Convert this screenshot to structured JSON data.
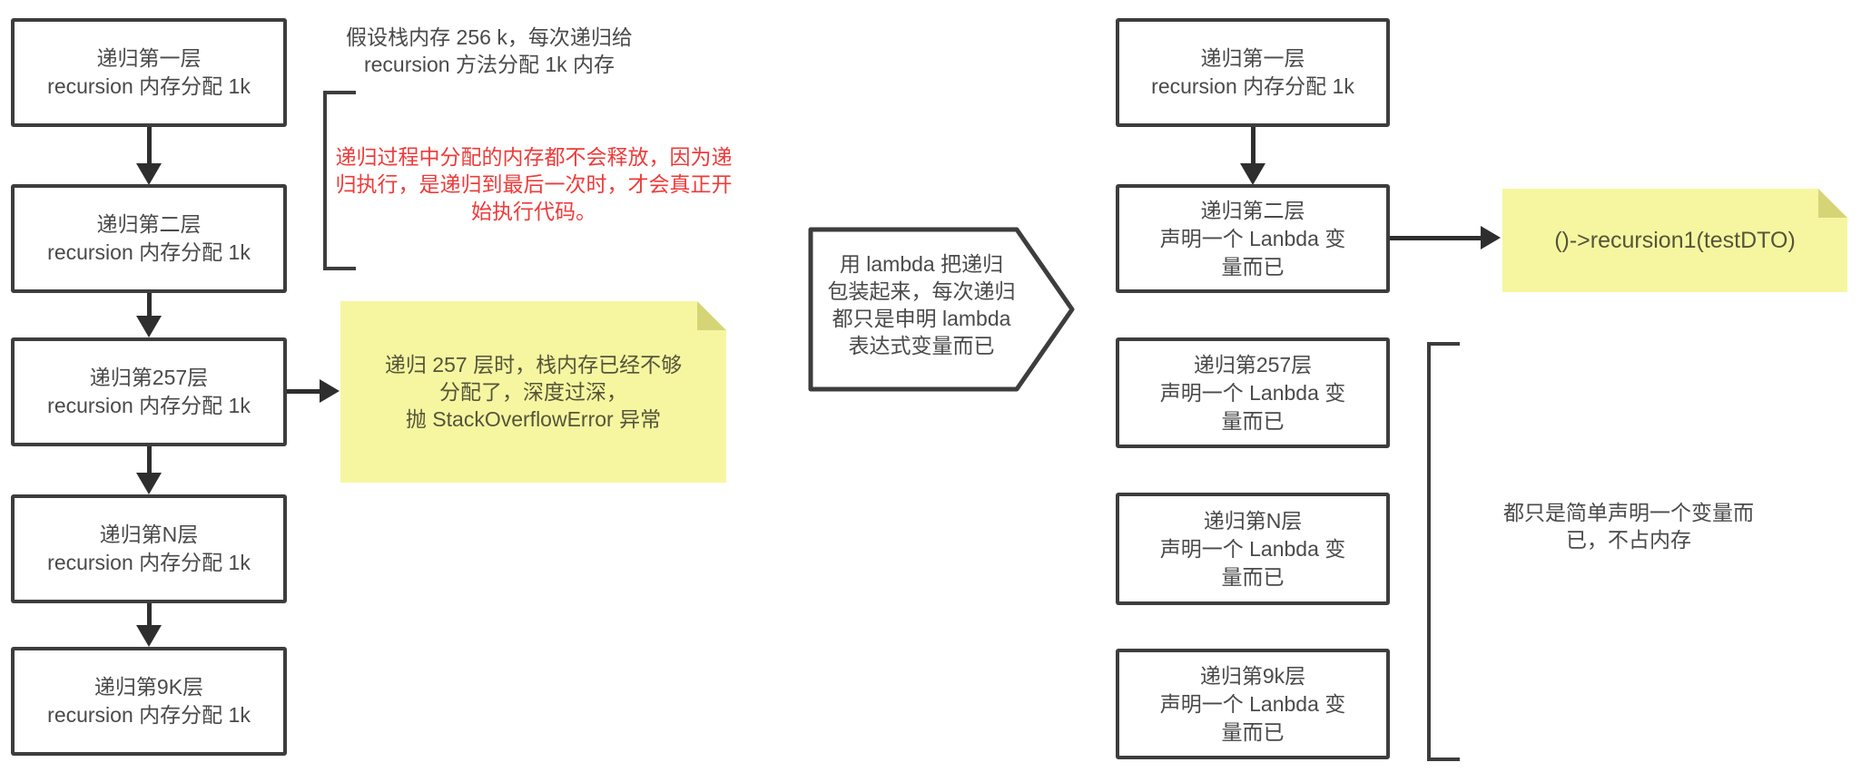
{
  "left_flow": {
    "boxes": [
      {
        "lines": [
          "递归第一层",
          "recursion 内存分配 1k"
        ]
      },
      {
        "lines": [
          "递归第二层",
          "recursion 内存分配 1k"
        ]
      },
      {
        "lines": [
          "递归第257层",
          "recursion 内存分配 1k"
        ]
      },
      {
        "lines": [
          "递归第N层",
          "recursion 内存分配 1k"
        ]
      },
      {
        "lines": [
          "递归第9K层",
          "recursion 内存分配 1k"
        ]
      }
    ]
  },
  "right_flow": {
    "boxes": [
      {
        "lines": [
          "递归第一层",
          "recursion 内存分配 1k"
        ]
      },
      {
        "lines": [
          "递归第二层",
          "声明一个 Lanbda 变",
          "量而已"
        ]
      },
      {
        "lines": [
          "递归第257层",
          "声明一个 Lanbda 变",
          "量而已"
        ]
      },
      {
        "lines": [
          "递归第N层",
          "声明一个 Lanbda 变",
          "量而已"
        ]
      },
      {
        "lines": [
          "递归第9k层",
          "声明一个 Lanbda 变",
          "量而已"
        ]
      }
    ]
  },
  "notes": {
    "stack_assumption": [
      "假设栈内存 256 k，每次递归给",
      "recursion 方法分配 1k 内存"
    ],
    "memory_not_released": [
      "递归过程中分配的内存都不会释放，因为递",
      "归执行，是递归到最后一次时，才会真正开",
      "始执行代码。"
    ],
    "stack_overflow": [
      "递归 257 层时，栈内存已经不够",
      "分配了，深度过深，",
      "抛 StackOverflowError 异常"
    ],
    "lambda_wrap": [
      "用 lambda 把递归",
      "包装起来，每次递归",
      "都只是申明 lambda",
      "表达式变量而已"
    ],
    "lambda_expression": "()->recursion1(testDTO)",
    "variable_only": [
      "都只是简单声明一个变量而",
      "已，不占内存"
    ]
  },
  "colors": {
    "box_border": "#3d3d3d",
    "text": "#4a4a4a",
    "red_text": "#ed3b3b",
    "note_bg": "#f6f6a1",
    "note_fold": "#d5d577",
    "arrow": "#2e2e2e"
  }
}
